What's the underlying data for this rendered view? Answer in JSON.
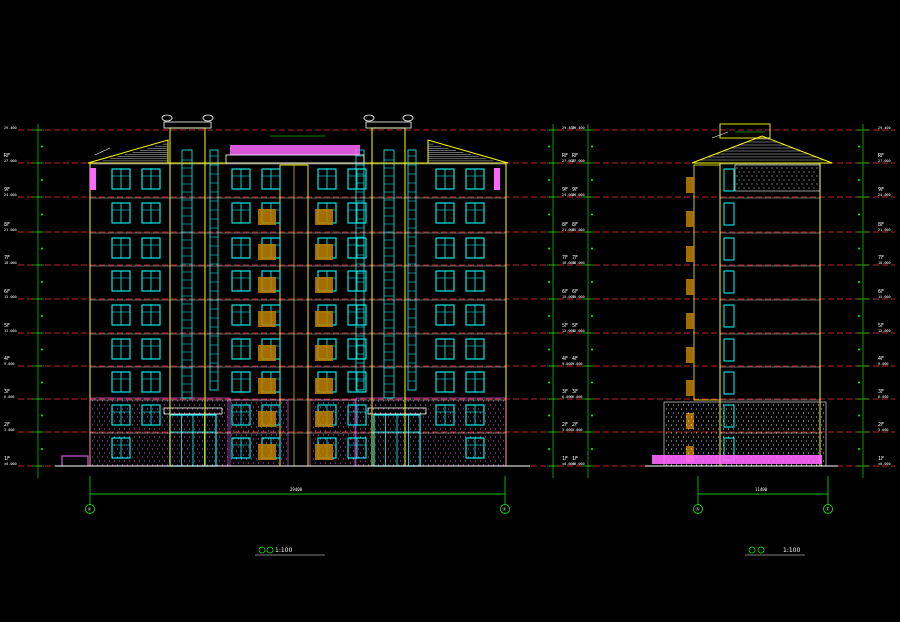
{
  "drawings": [
    {
      "id": "front",
      "scale": "1:100",
      "axis_start": "①",
      "axis_end": "⑦",
      "overall_dimension": "29400",
      "floors": 9,
      "bays": 10,
      "has_roof_slope": true
    },
    {
      "id": "side",
      "scale": "1:100",
      "axis_start": "Ⓐ",
      "axis_end": "Ⓔ",
      "overall_dimension": "11400",
      "floors": 9,
      "bays": 3,
      "has_roof_slope": true
    }
  ],
  "levels": [
    {
      "label": "1F",
      "elev": "±0.000"
    },
    {
      "label": "2F",
      "elev": "3.000"
    },
    {
      "label": "3F",
      "elev": "6.000"
    },
    {
      "label": "4F",
      "elev": "9.000"
    },
    {
      "label": "5F",
      "elev": "12.000"
    },
    {
      "label": "6F",
      "elev": "15.000"
    },
    {
      "label": "7F",
      "elev": "18.000"
    },
    {
      "label": "8F",
      "elev": "21.000"
    },
    {
      "label": "9F",
      "elev": "24.000"
    },
    {
      "label": "RF",
      "elev": "27.000"
    },
    {
      "label": "",
      "elev": "29.400"
    }
  ],
  "colors": {
    "background": "#000000",
    "outline": "#ffff00",
    "window": "#00ffff",
    "level_line": "#ff3030",
    "dimension": "#00ff00",
    "stone": "#ff66ff",
    "balcony": "#c08000",
    "detail": "#ffffff"
  }
}
